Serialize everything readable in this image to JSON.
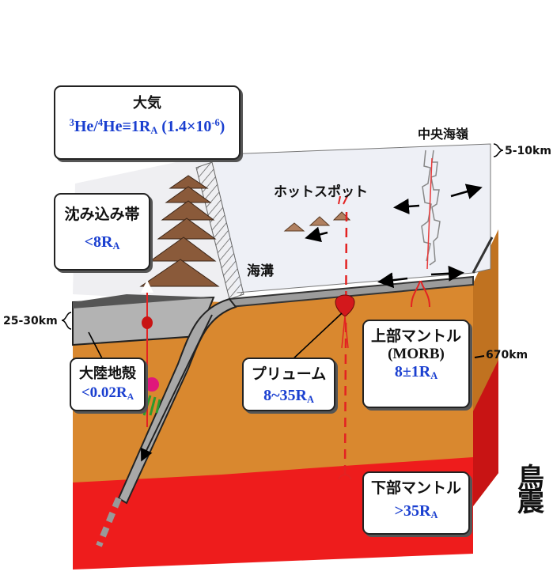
{
  "atmosphere": {
    "title": "大気",
    "ratio_prefix": "He/",
    "ratio_mid": "He≡1R",
    "ratio_value": "(1.4×10",
    "sup3": "3",
    "sup4": "4",
    "sub_a": "A",
    "exp": "-6",
    "close": ")"
  },
  "subduction": {
    "title": "沈み込み帯",
    "value": "<8R",
    "sub": "A"
  },
  "crust": {
    "title": "大陸地殻",
    "value": "<0.02R",
    "sub": "A"
  },
  "plume": {
    "title": "プリューム",
    "value": "8~35R",
    "sub": "A"
  },
  "upper_mantle": {
    "title": "上部マントル",
    "subtitle": "(MORB)",
    "value": "8±1R",
    "sub": "A"
  },
  "lower_mantle": {
    "title": "下部マントル",
    "value": ">35R",
    "sub": "A"
  },
  "labels": {
    "ridge": "中央海嶺",
    "hotspot": "ホットスポット",
    "trench": "海溝",
    "depth_ocean": "5-10km",
    "depth_crust": "25-30km",
    "depth_mantle": "670km",
    "edge_glyphs": "鳥\n震"
  },
  "colors": {
    "mantle": "#d9882f",
    "lower_mantle": "#ee1c1c",
    "ocean": "#eef0f6",
    "crust": "#b3b3b3",
    "value_text": "#1a3fd0",
    "arrow_red": "#e32222"
  }
}
